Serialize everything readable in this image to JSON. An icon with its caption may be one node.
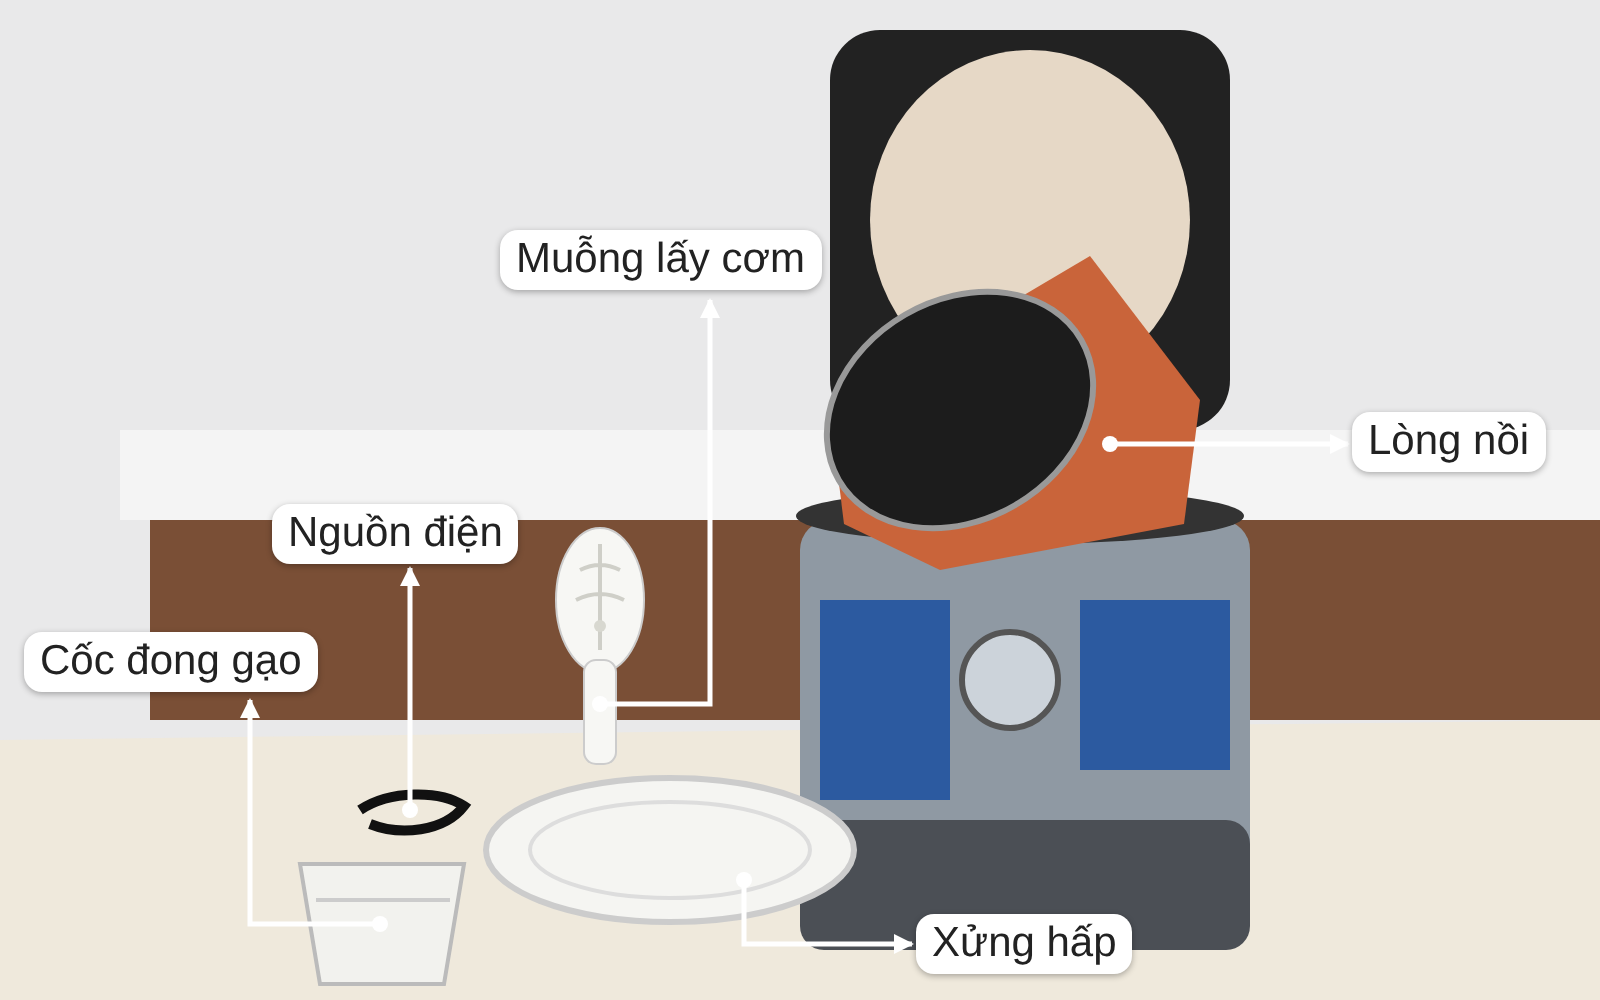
{
  "diagram": {
    "nodes": [
      {
        "text": [
          "Muỗng lấy cơm"
        ]
      },
      {
        "text": [
          "Lòng nồi"
        ]
      },
      {
        "text": [
          "Nguồn điện"
        ]
      },
      {
        "text": [
          "Cốc đong gạo"
        ]
      },
      {
        "text": [
          "Xửng hấp"
        ]
      },
      {
        "text": [],
        "shape": "picture"
      },
      {
        "text": [],
        "shape": "picture"
      },
      {
        "text": [],
        "shape": "picture"
      },
      {
        "text": [],
        "shape": "picture"
      },
      {
        "text": [],
        "shape": "picture"
      }
    ],
    "edges": [
      {
        "from": 5,
        "to": 0,
        "arrow": "to"
      },
      {
        "from": 6,
        "to": 1,
        "arrow": "to"
      },
      {
        "from": 7,
        "to": 2,
        "arrow": "to"
      },
      {
        "from": 8,
        "to": 3,
        "arrow": "to"
      },
      {
        "from": 9,
        "to": 4,
        "arrow": "to"
      }
    ]
  }
}
